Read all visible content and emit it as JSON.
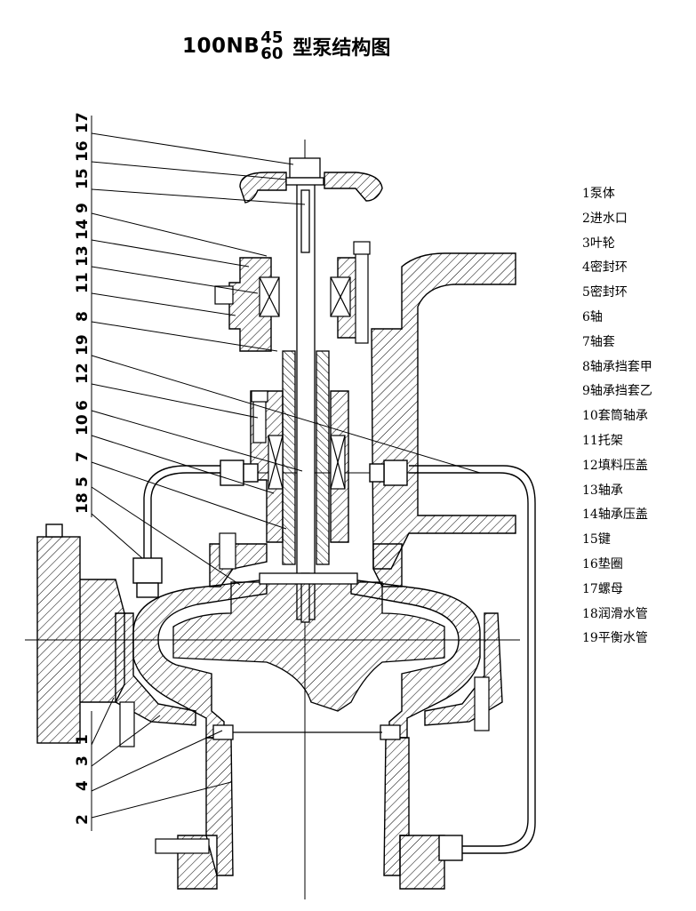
{
  "title": {
    "model": "100NB",
    "fraction_top": "45",
    "fraction_bottom": "60",
    "rest": "型泵结构图"
  },
  "legend": [
    "1泵体",
    "2进水口",
    "3叶轮",
    "4密封环",
    "5密封环",
    "6轴",
    "7轴套",
    "8轴承挡套甲",
    "9轴承挡套乙",
    "10套筒轴承",
    "11托架",
    "12填料压盖",
    "13轴承",
    "14轴承压盖",
    "15键",
    "16垫圈",
    "17螺母",
    "18润滑水管",
    "19平衡水管"
  ],
  "callouts": {
    "top": [
      "17",
      "16",
      "15",
      "9",
      "14",
      "13",
      "11",
      "8",
      "19",
      "12",
      "6",
      "10",
      "7",
      "5",
      "18"
    ],
    "bottom": [
      "1",
      "3",
      "4",
      "2"
    ]
  }
}
